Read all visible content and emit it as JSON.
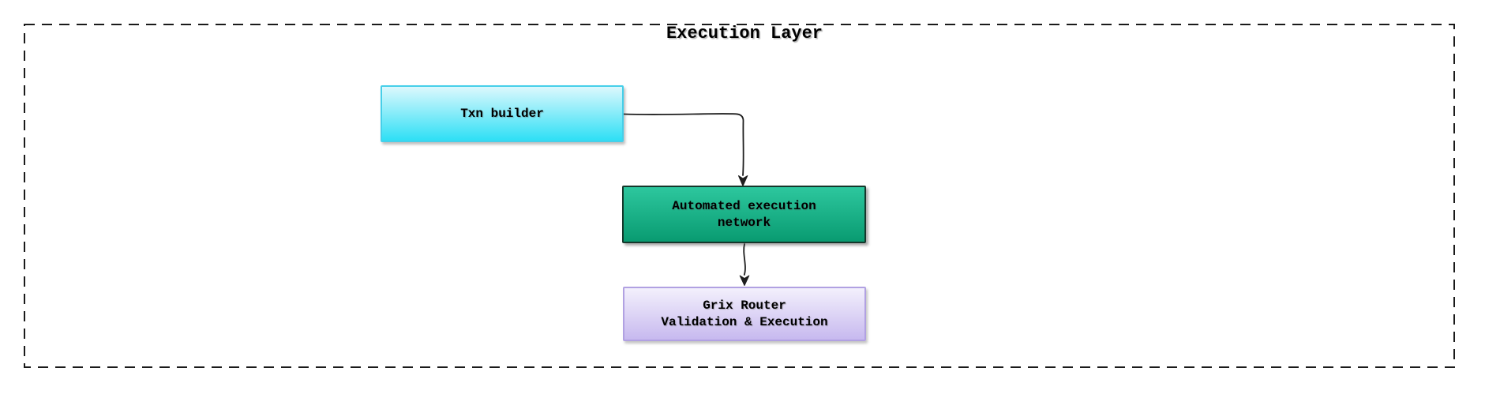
{
  "diagram": {
    "title": "Execution Layer",
    "nodes": {
      "txn_builder": {
        "label": "Txn builder"
      },
      "automated_execution": {
        "line1": "Automated execution",
        "line2": "network"
      },
      "grix_router": {
        "line1": "Grix Router",
        "line2": "Validation & Execution"
      }
    },
    "edges": [
      {
        "from": "txn_builder",
        "to": "automated_execution"
      },
      {
        "from": "automated_execution",
        "to": "grix_router"
      }
    ],
    "colors": {
      "border": "#1a1a1a",
      "connector": "#1f1f1f",
      "text": "#000000",
      "cyan_top": "#dcf8fd",
      "cyan_bottom": "#2edff5",
      "cyan_border": "#46cfe9",
      "green_top": "#2dc79e",
      "green_bottom": "#099b71",
      "green_border": "#15372b",
      "purple_top": "#f3f0fc",
      "purple_bottom": "#c7b9ef",
      "purple_border": "#b1a1e2"
    }
  }
}
